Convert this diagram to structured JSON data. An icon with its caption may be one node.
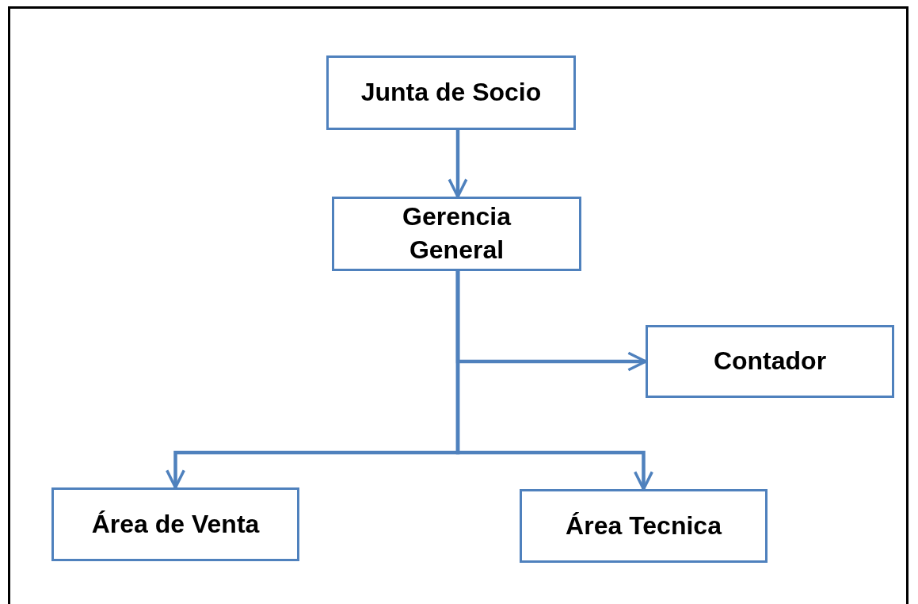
{
  "diagram": {
    "nodes": [
      {
        "text": [
          "Junta de Socio"
        ]
      },
      {
        "text": [
          "Gerencia General"
        ]
      },
      {
        "text": [
          "Contador"
        ]
      },
      {
        "text": [
          "Área de Venta"
        ]
      },
      {
        "text": [
          "Área Tecnica"
        ]
      }
    ],
    "edges": [
      {
        "from": 0,
        "to": 1,
        "arrow": "to"
      },
      {
        "from": 1,
        "to": 2,
        "arrow": "to"
      },
      {
        "from": 1,
        "to": 3,
        "arrow": "to"
      },
      {
        "from": 1,
        "to": 4,
        "arrow": "to"
      }
    ]
  }
}
